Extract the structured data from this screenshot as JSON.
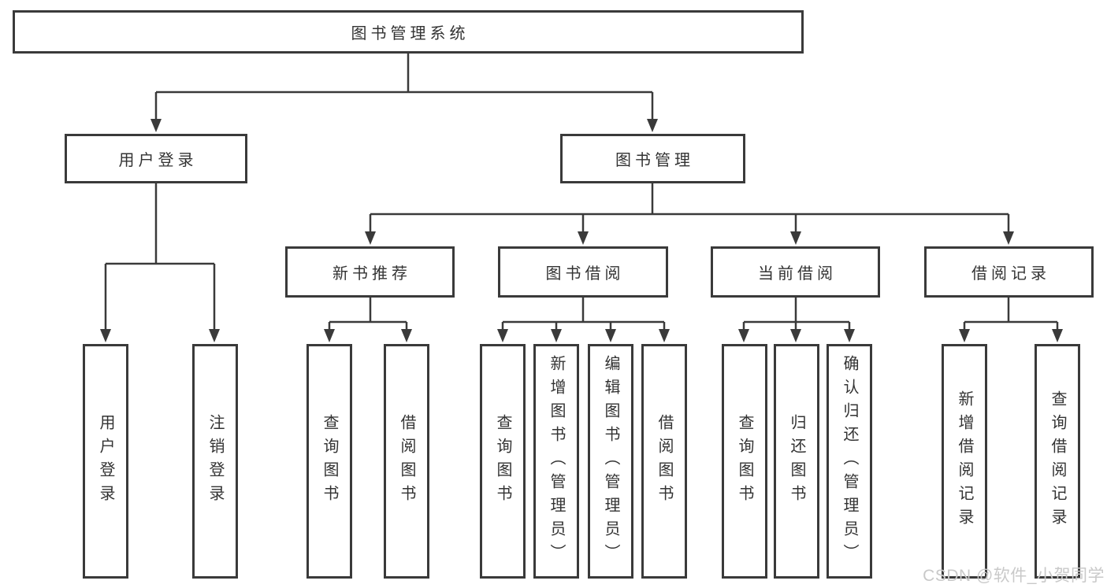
{
  "title": "图书管理系统",
  "tree": {
    "root": {
      "label": "图书管理系统",
      "children": [
        {
          "label": "用户登录",
          "children": [
            {
              "label": "用户登录"
            },
            {
              "label": "注销登录"
            }
          ]
        },
        {
          "label": "图书管理",
          "children": [
            {
              "label": "新书推荐",
              "children": [
                {
                  "label": "查询图书"
                },
                {
                  "label": "借阅图书"
                }
              ]
            },
            {
              "label": "图书借阅",
              "children": [
                {
                  "label": "查询图书"
                },
                {
                  "label": "新增图书（管理员）"
                },
                {
                  "label": "编辑图书（管理员）"
                },
                {
                  "label": "借阅图书"
                }
              ]
            },
            {
              "label": "当前借阅",
              "children": [
                {
                  "label": "查询图书"
                },
                {
                  "label": "归还图书"
                },
                {
                  "label": "确认归还（管理员）"
                }
              ]
            },
            {
              "label": "借阅记录",
              "children": [
                {
                  "label": "新增借阅记录"
                },
                {
                  "label": "查询借阅记录"
                }
              ]
            }
          ]
        }
      ]
    }
  },
  "watermark": {
    "text": "CSDN @软件_小贺同学"
  },
  "colors": {
    "line": "#3a3a3a",
    "text": "#333333",
    "background": "#ffffff",
    "watermark": "#c9c9c9"
  }
}
